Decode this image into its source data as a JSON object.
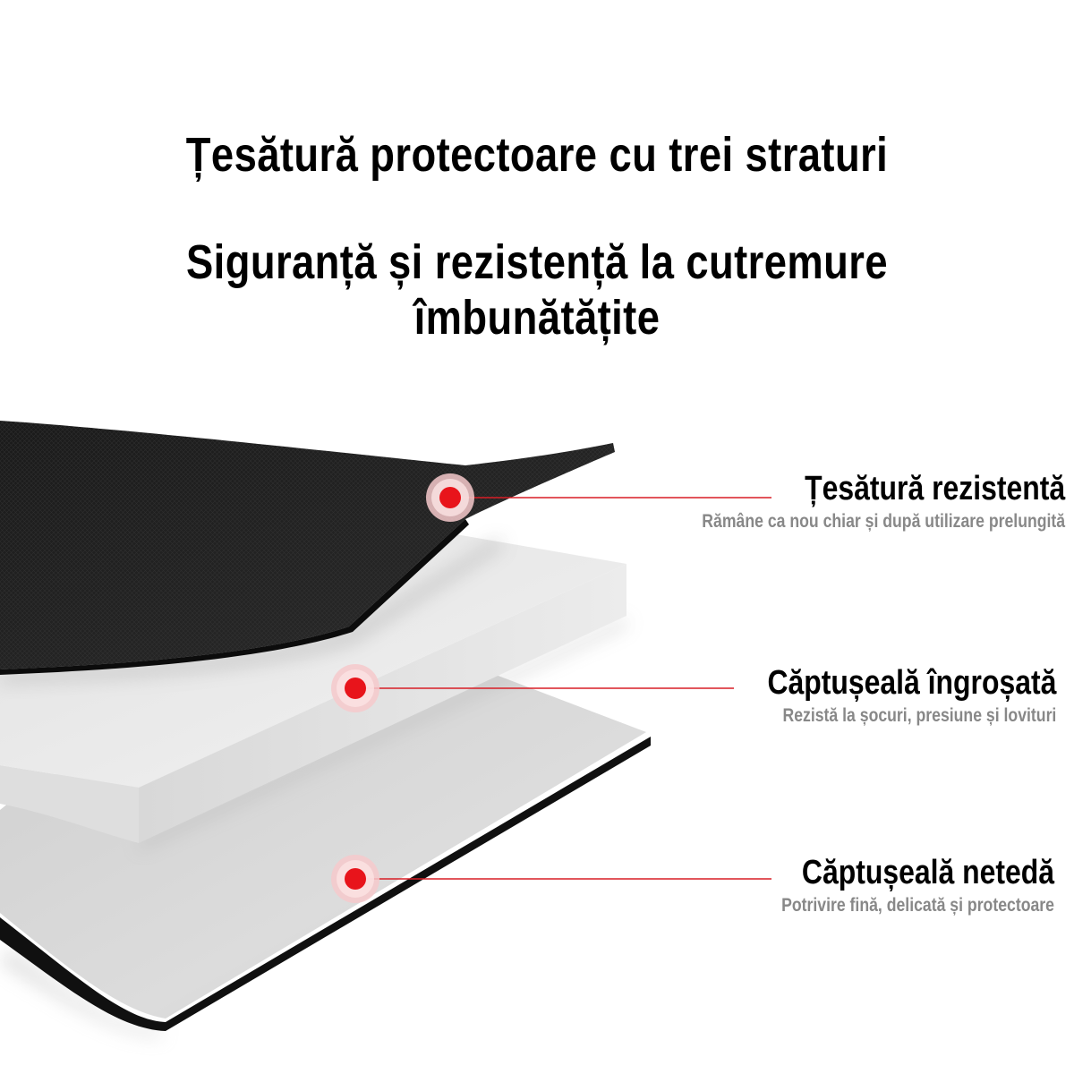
{
  "header": {
    "title": "Țesătură protectoare cu trei straturi",
    "subtitle": "Siguranță și rezistență la cutremure îmbunătățite"
  },
  "layers": [
    {
      "title": "Țesătură rezistentă",
      "description": "Rămâne ca nou chiar și după utilizare prelungită"
    },
    {
      "title": "Căptușeală îngroșată",
      "description": "Rezistă la șocuri, presiune și lovituri"
    },
    {
      "title": "Căptușeală netedă",
      "description": "Potrivire fină, delicată și protectoare"
    }
  ],
  "colors": {
    "marker": "#e8141b",
    "marker_halo": "#f6c9cb",
    "leader_line": "#d81e26",
    "top_layer": "#1d1d1d",
    "middle_layer": "#e9e9e9",
    "bottom_layer": "#d5d5d5",
    "title_text": "#000000",
    "description_text": "#888888"
  }
}
